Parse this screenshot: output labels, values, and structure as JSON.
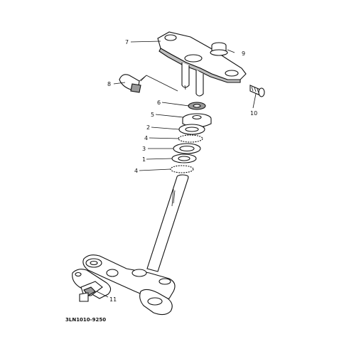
{
  "diagram": {
    "callouts": [
      "7",
      "9",
      "8",
      "6",
      "10",
      "5",
      "2",
      "4",
      "3",
      "1",
      "4",
      "11"
    ],
    "figure_code": "3LN1010-9250",
    "colors": {
      "ink": "#111111",
      "fill": "#ffffff",
      "shade": "#9a9a9a"
    }
  }
}
